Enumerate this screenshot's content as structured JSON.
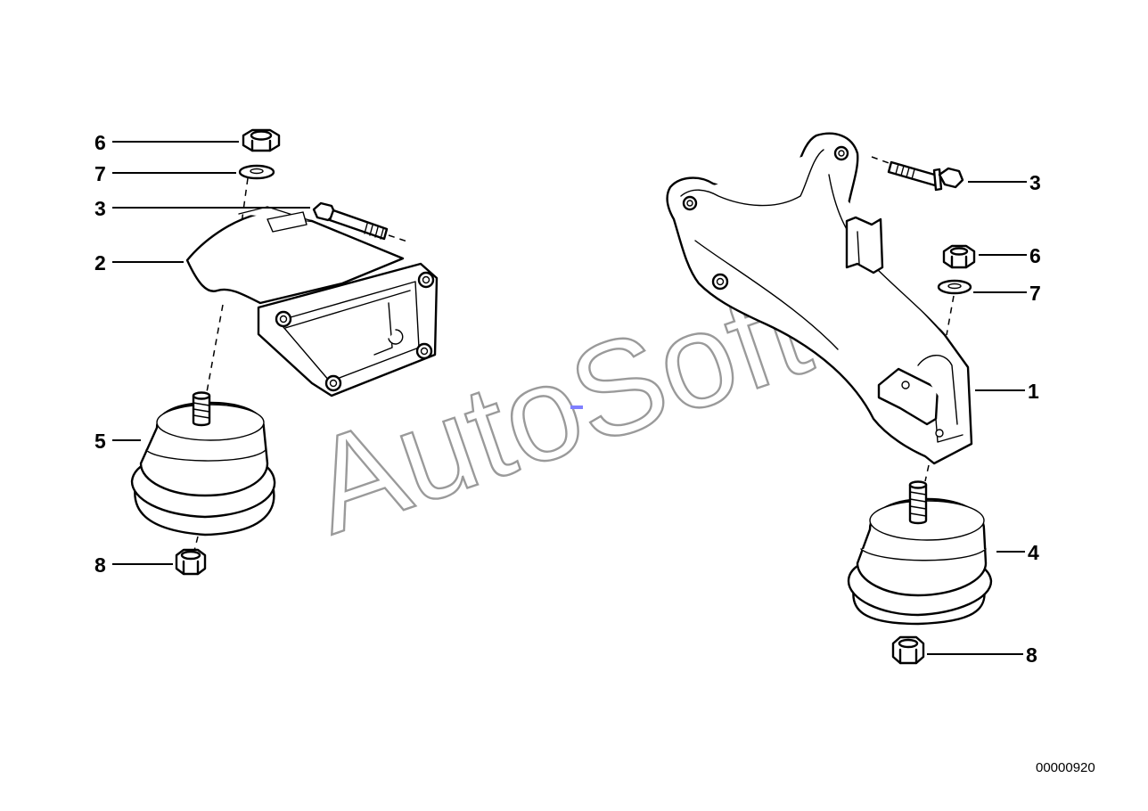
{
  "diagram": {
    "drawing_number": "00000920",
    "watermark": "AutoSoft",
    "callouts_left": {
      "c6": "6",
      "c7": "7",
      "c3": "3",
      "c2": "2",
      "c5": "5",
      "c8": "8"
    },
    "callouts_right": {
      "c3": "3",
      "c6": "6",
      "c7": "7",
      "c1": "1",
      "c4": "4",
      "c8": "8"
    },
    "colors": {
      "line": "#000000",
      "watermark": "#9a9a9a",
      "marker": "#7f7fff"
    }
  }
}
